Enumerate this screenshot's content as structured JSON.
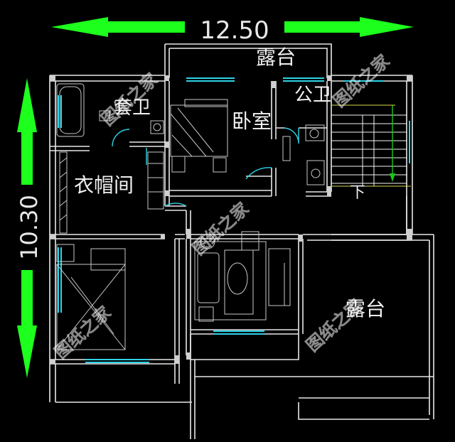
{
  "dimensions": {
    "width_label": "12.50",
    "height_label": "10.30"
  },
  "rooms": {
    "balcony_top": "露台",
    "ensuite_bath": "套卫",
    "bedroom": "卧室",
    "public_bath": "公卫",
    "closet": "衣帽间",
    "stair_down": "下",
    "terrace": "露台"
  },
  "watermark": "图纸之家",
  "colors": {
    "background": "#000000",
    "wall": "#e8e8e8",
    "dimension_arrow": "#1dff1d",
    "window": "#2fd3e6",
    "furniture": "#c8c8c8",
    "stair": "#f5f5f5",
    "stair_arrow": "#18c818",
    "rail": "#d8d850"
  }
}
